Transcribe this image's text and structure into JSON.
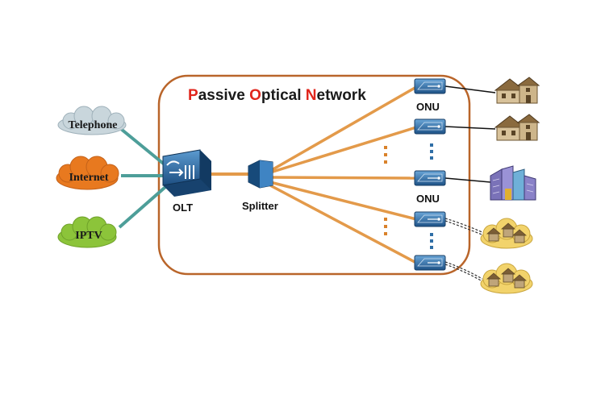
{
  "title": {
    "word1_initial": "P",
    "word1_rest": "assive ",
    "word2_initial": "O",
    "word2_rest": "ptical ",
    "word3_initial": "N",
    "word3_rest": "etwork"
  },
  "services": [
    {
      "label": "Telephone",
      "color": "#c9d6dc"
    },
    {
      "label": "Internet",
      "color": "#e8791f"
    },
    {
      "label": "IPTV",
      "color": "#8cc43a"
    }
  ],
  "olt_label": "OLT",
  "splitter_label": "Splitter",
  "onu_labels": [
    "ONU",
    "ONU"
  ],
  "colors": {
    "boundary": "#b9652a",
    "fiber": "#e39a4a",
    "service_link": "#4d9e99",
    "device_blue": "#2d6aa0",
    "title_accent": "#e0251c",
    "dots_orange": "#d9822b",
    "dots_blue": "#2f6ea6"
  }
}
